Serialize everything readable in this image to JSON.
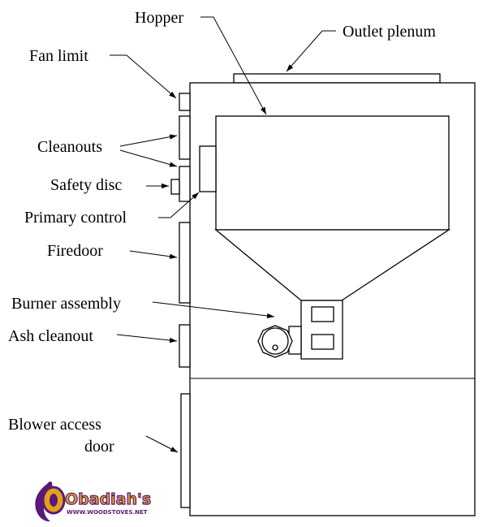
{
  "labels": {
    "hopper": "Hopper",
    "outlet_plenum": "Outlet plenum",
    "fan_limit": "Fan limit",
    "cleanouts": "Cleanouts",
    "safety_disc": "Safety disc",
    "primary_control": "Primary control",
    "firedoor": "Firedoor",
    "burner_assembly": "Burner assembly",
    "ash_cleanout": "Ash cleanout",
    "blower_access_door_line1": "Blower access",
    "blower_access_door_line2": "door"
  },
  "logo": {
    "name": "Obadiah's",
    "url": "WWW.WOODSTOVES.NET"
  },
  "colors": {
    "line": "#000000",
    "logo_gold": "#e0a21c",
    "logo_purple": "#5b1a7a"
  }
}
